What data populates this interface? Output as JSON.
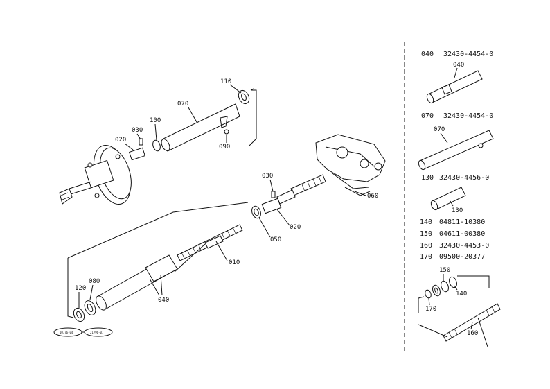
{
  "callouts": {
    "c110": "110",
    "c070": "070",
    "c100": "100",
    "c030a": "030",
    "c020a": "020",
    "c090": "090",
    "c030b": "030",
    "c060": "060",
    "c020b": "020",
    "c050": "050",
    "c010": "010",
    "c080": "080",
    "c120": "120",
    "c040": "040"
  },
  "serial_ranges": {
    "left": "10776-04",
    "right": "21796-01"
  },
  "parts_list": [
    {
      "ref": "040",
      "part_no": "32430-4454-0",
      "label": "040"
    },
    {
      "ref": "070",
      "part_no": "32430-4454-0",
      "label": "070"
    },
    {
      "ref": "130",
      "part_no": "32430-4456-0",
      "label": "130"
    },
    {
      "ref": "140",
      "part_no": "04811-10380"
    },
    {
      "ref": "150",
      "part_no": "04611-00380"
    },
    {
      "ref": "160",
      "part_no": "32430-4453-0"
    },
    {
      "ref": "170",
      "part_no": "09500-20377"
    }
  ],
  "detail_labels": {
    "d150": "150",
    "d140": "140",
    "d170": "170",
    "d160": "160"
  }
}
